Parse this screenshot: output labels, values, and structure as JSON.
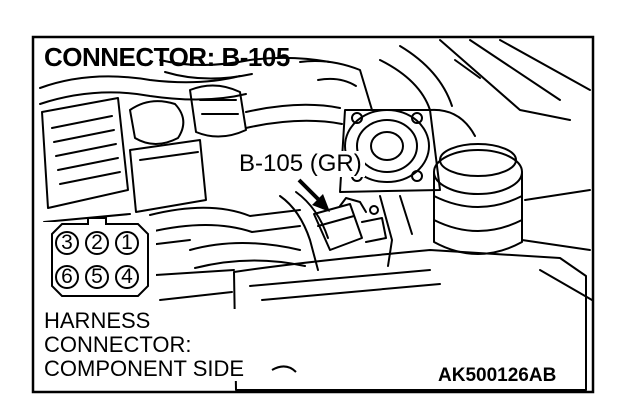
{
  "diagram": {
    "title": "CONNECTOR: B-105",
    "callout": "B-105 (GR)",
    "harness_label": [
      "HARNESS",
      "CONNECTOR:",
      "COMPONENT SIDE"
    ],
    "figure_code": "AK500126AB",
    "connector_pins": {
      "top_row": [
        "3",
        "2",
        "1"
      ],
      "bottom_row": [
        "6",
        "5",
        "4"
      ]
    }
  }
}
